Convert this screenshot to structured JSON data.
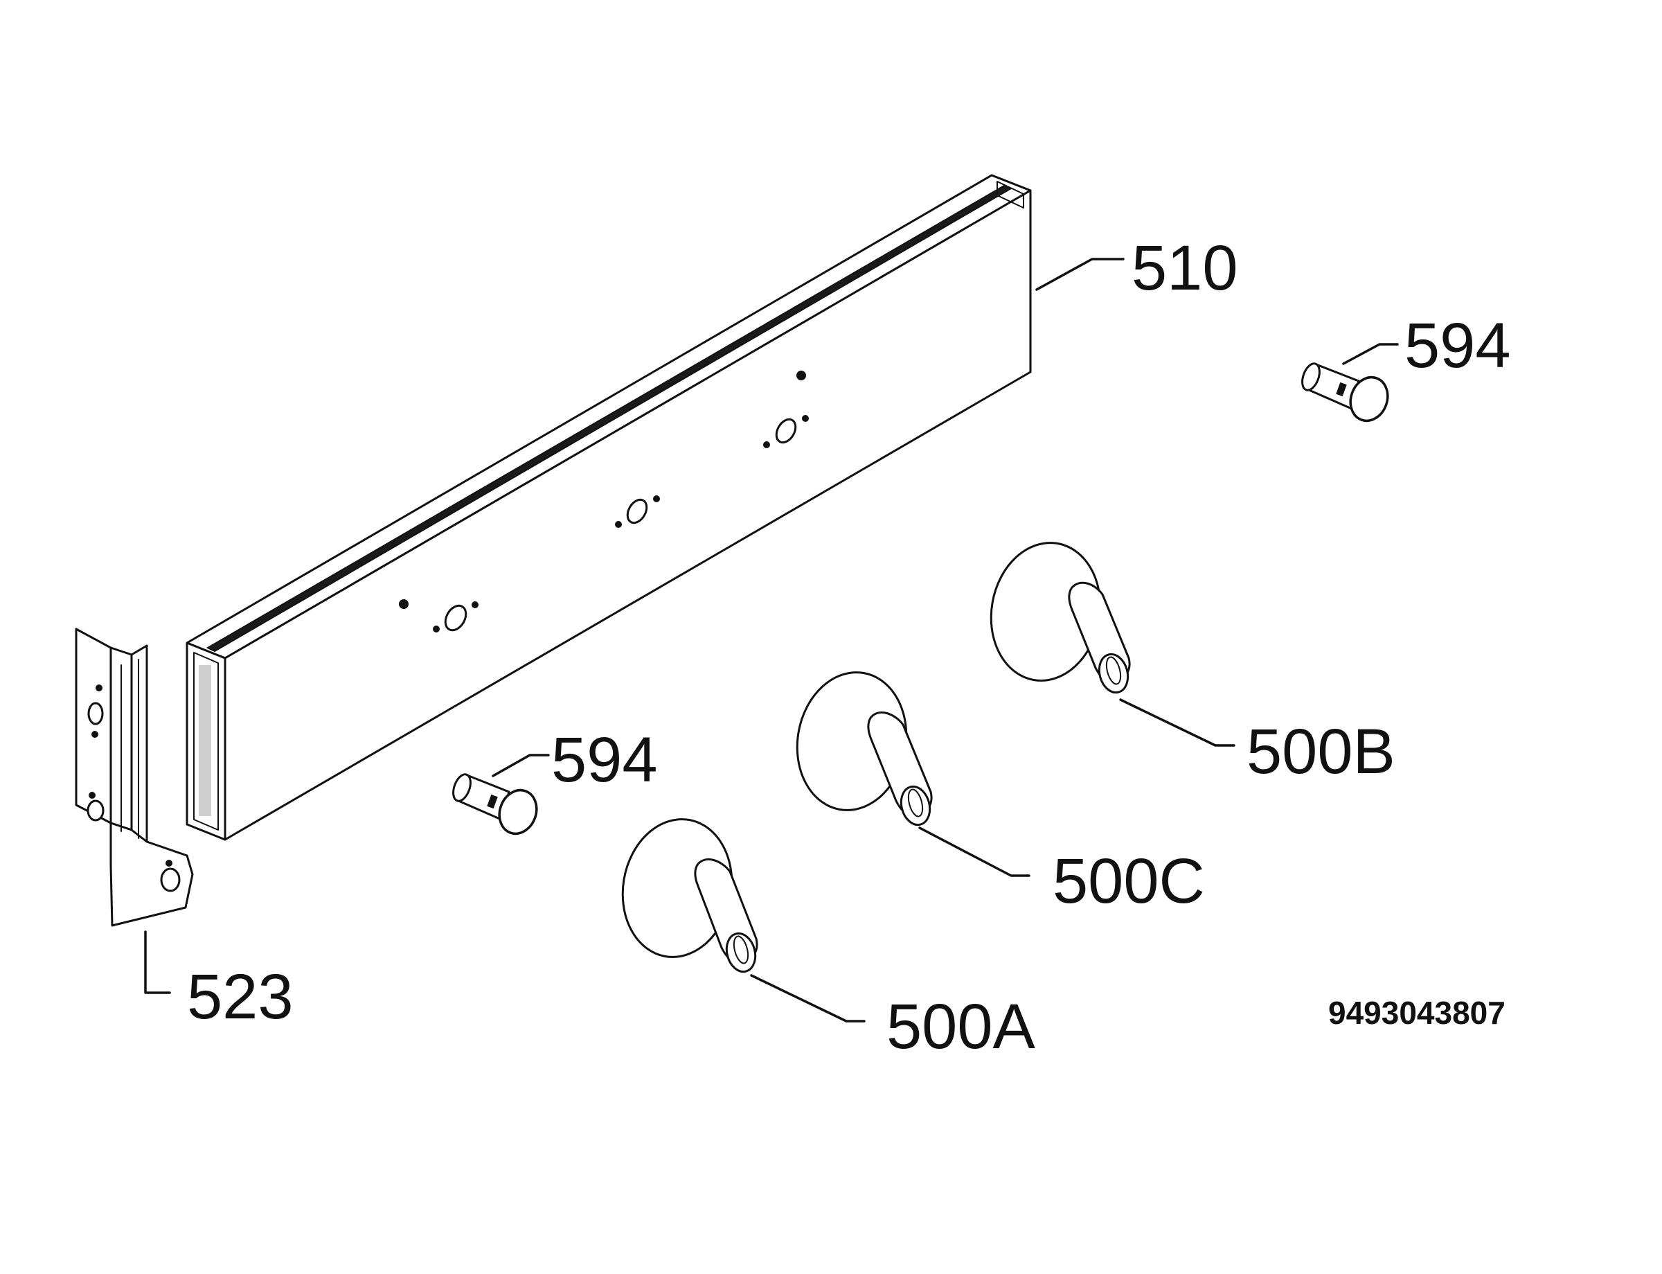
{
  "labels": {
    "panel": "510",
    "end_bracket": "523",
    "screw_right": "594",
    "screw_left": "594",
    "knob_a": "500A",
    "knob_b": "500B",
    "knob_c": "500C"
  },
  "drawing_number": "9493043807"
}
